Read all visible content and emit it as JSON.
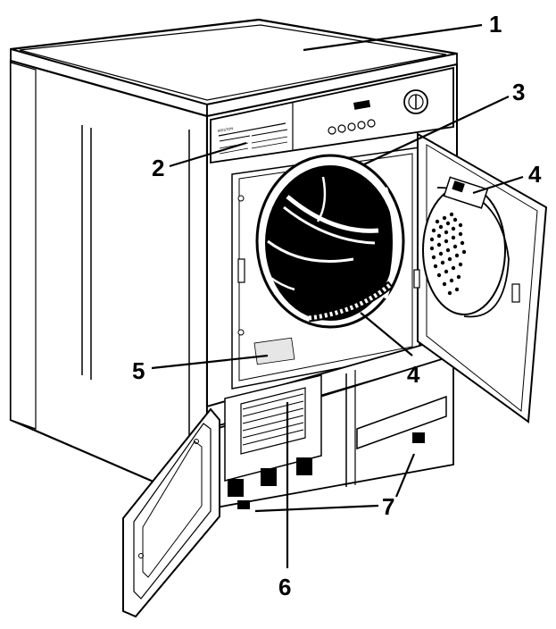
{
  "figure": {
    "panel_brand_text": "ARISTON",
    "callouts": [
      {
        "id": "1",
        "label": "1"
      },
      {
        "id": "2",
        "label": "2"
      },
      {
        "id": "3",
        "label": "3"
      },
      {
        "id": "4a",
        "label": "4"
      },
      {
        "id": "4b",
        "label": "4"
      },
      {
        "id": "5",
        "label": "5"
      },
      {
        "id": "6",
        "label": "6"
      },
      {
        "id": "7",
        "label": "7"
      }
    ]
  }
}
